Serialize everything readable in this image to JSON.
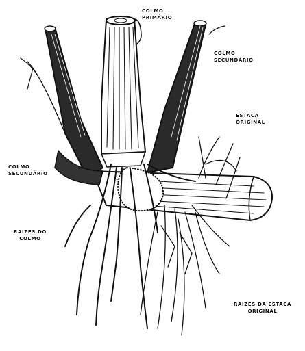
{
  "labels": {
    "colmo_primario": [
      "COLMO",
      "PRIMÁRIO"
    ],
    "colmo_secundario_right": [
      "COLMO",
      "SECUNDÁRIO"
    ],
    "estaca_original": [
      "ESTACA",
      "ORIGINAL"
    ],
    "colmo_secundario_left": [
      "COLMO",
      "SECUNDÁRIO"
    ],
    "raizes_do_colmo": [
      "RAIZES DO",
      "COLMO"
    ],
    "raizes_da_estaca": [
      "RAIZES DA ESTACA",
      "ORIGINAL"
    ]
  },
  "colors": {
    "ink": "#111111",
    "paper": "#ffffff"
  }
}
